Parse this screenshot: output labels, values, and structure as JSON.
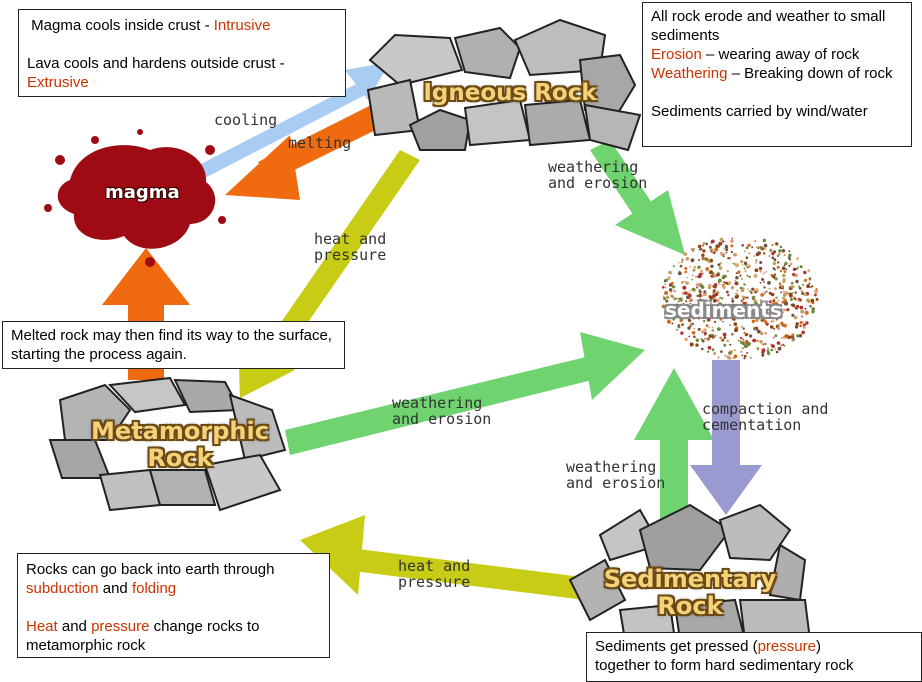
{
  "nodes": {
    "igneous": "Igneous Rock",
    "magma": "magma",
    "sediments": "sediments",
    "metamorphic": [
      "Metamorphic",
      "Rock"
    ],
    "sedimentary": [
      "Sedimentary",
      "Rock"
    ]
  },
  "arrows": {
    "cooling": "cooling",
    "melting": "melting",
    "heat_pressure_top": [
      "heat and",
      "pressure"
    ],
    "weathering_igneous": [
      "weathering",
      "and erosion"
    ],
    "weathering_meta": [
      "weathering",
      "and erosion"
    ],
    "weathering_sed": [
      "weathering",
      "and erosion"
    ],
    "compaction": [
      "compaction and",
      "cementation"
    ],
    "heat_pressure_bottom": [
      "heat and",
      "pressure"
    ]
  },
  "notes": {
    "magma_box": {
      "l1_a": "Magma cools inside crust - ",
      "l1_b": "Intrusive",
      "l2": "Lava cools and hardens outside crust -",
      "l3": "Extrusive"
    },
    "erosion_box": {
      "l1": "All rock erode and weather to small sediments",
      "erosion_word": "Erosion",
      "erosion_rest": " – wearing away of rock",
      "weathering_word": "Weathering",
      "weathering_rest": " – Breaking down of rock",
      "l4": "Sediments carried by wind/water"
    },
    "melted_box": {
      "text": "Melted rock may then find its way to the surface, starting the process again."
    },
    "subduction_box": {
      "l1_a": "Rocks can go back into earth through ",
      "subduction": "subduction",
      "and": " and ",
      "folding": "folding",
      "heat": "Heat",
      "and2": " and ",
      "pressure": "pressure",
      "l2_rest": " change rocks to metamorphic rock"
    },
    "pressed_box": {
      "l1_a": "Sediments get pressed (",
      "pressure": "pressure",
      "l1_b": ")",
      "l2": "together to form hard sedimentary rock"
    }
  },
  "colors": {
    "accent_text": "#cc3300",
    "cooling_arrow": "#a9cdf2",
    "melting_arrow": "#f06a10",
    "heat_arrow": "#c8cc14",
    "erosion_arrow": "#6fd46f",
    "compaction_arrow": "#9a9ad0",
    "magma_blob": "#9e0b14",
    "rock_fill": "#b4b4b4"
  }
}
